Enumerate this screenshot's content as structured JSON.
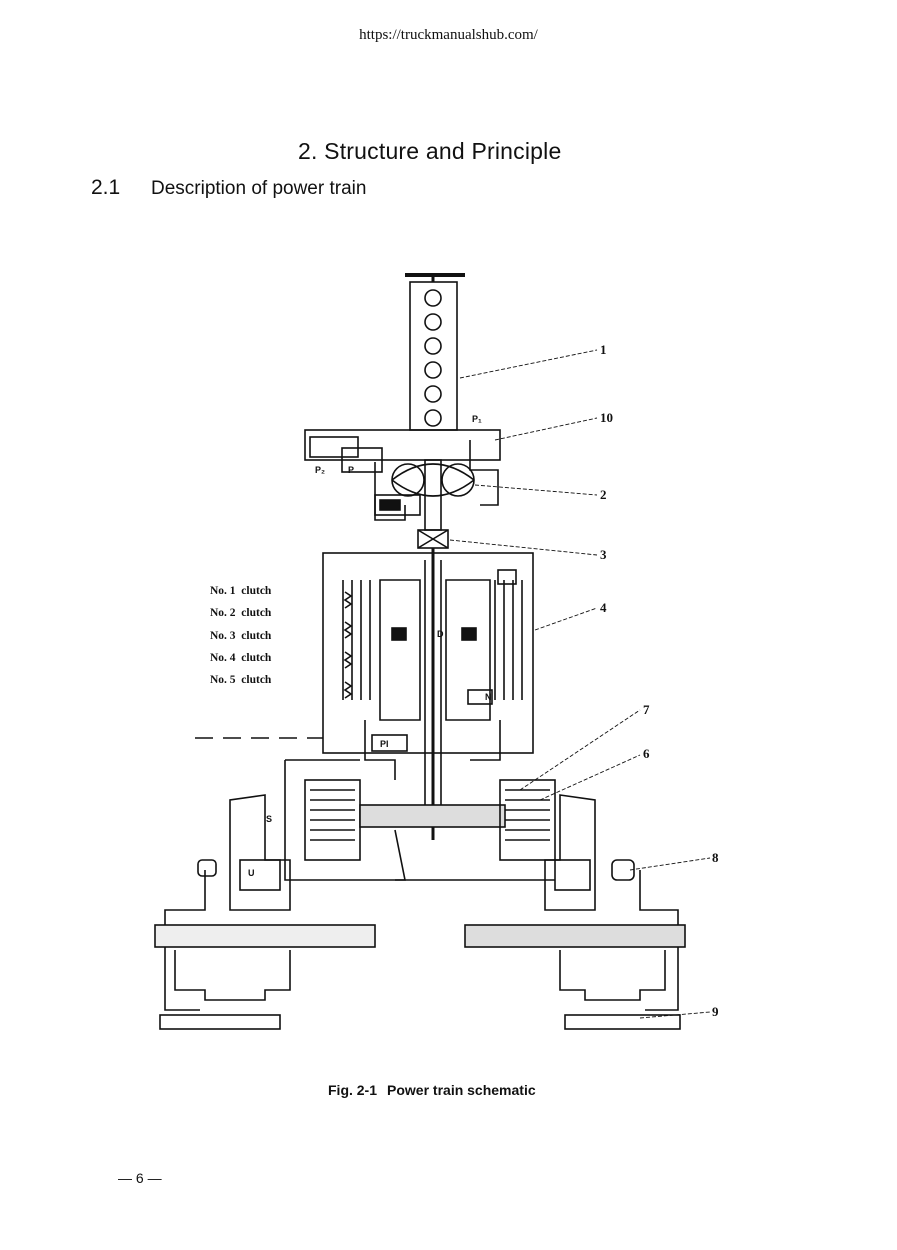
{
  "header": {
    "url": "https://truckmanualshub.com/"
  },
  "section": {
    "title": "2. Structure and Principle"
  },
  "subsection": {
    "number": "2.1",
    "title": "Description of power train"
  },
  "clutches": [
    "No. 1  clutch",
    "No. 2  clutch",
    "No. 3  clutch",
    "No. 4  clutch",
    "No. 5  clutch"
  ],
  "callouts": [
    "1",
    "10",
    "2",
    "3",
    "4",
    "7",
    "6",
    "8",
    "9"
  ],
  "diagram_labels": {
    "p1": "P₁",
    "p2": "P₂",
    "p": "P",
    "d": "D",
    "n": "N",
    "s": "S",
    "u": "U",
    "pi": "PI"
  },
  "figure": {
    "label": "Fig. 2-1",
    "caption": "Power train schematic"
  },
  "page": {
    "number": "— 6 —"
  }
}
